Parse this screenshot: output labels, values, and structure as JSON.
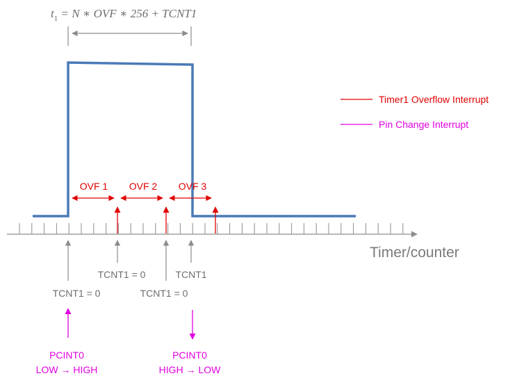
{
  "formula": {
    "t": "t",
    "sub": "1",
    "rest": " = N  ∗ OVF  ∗ 256 + TCNT1"
  },
  "legend": {
    "items": [
      {
        "label": "Timer1 Overflow Interrupt",
        "color": "#e00000"
      },
      {
        "label": "Pin Change Interrupt",
        "color": "#e000e0"
      }
    ]
  },
  "overflows": [
    "OVF 1",
    "OVF 2",
    "OVF 3"
  ],
  "axis_label": "Timer/counter",
  "markers": {
    "tcnt_start": "TCNT1 = 0",
    "tcnt_ovf1": "TCNT1 = 0",
    "tcnt_ovf2": "TCNT1 = 0",
    "tcnt_end": "TCNT1"
  },
  "pcint": {
    "rise_name": "PCINT0",
    "rise_from": "LOW",
    "rise_to": "HIGH",
    "fall_name": "PCINT0",
    "fall_from": "HIGH",
    "fall_to": "LOW",
    "transition_arrow": "→"
  },
  "colors": {
    "signal": "#4a7ab8",
    "overflow": "#e00000",
    "pin_change": "#e000e0",
    "axis": "#8c8c8c",
    "text_gray": "#6e6e6e"
  }
}
